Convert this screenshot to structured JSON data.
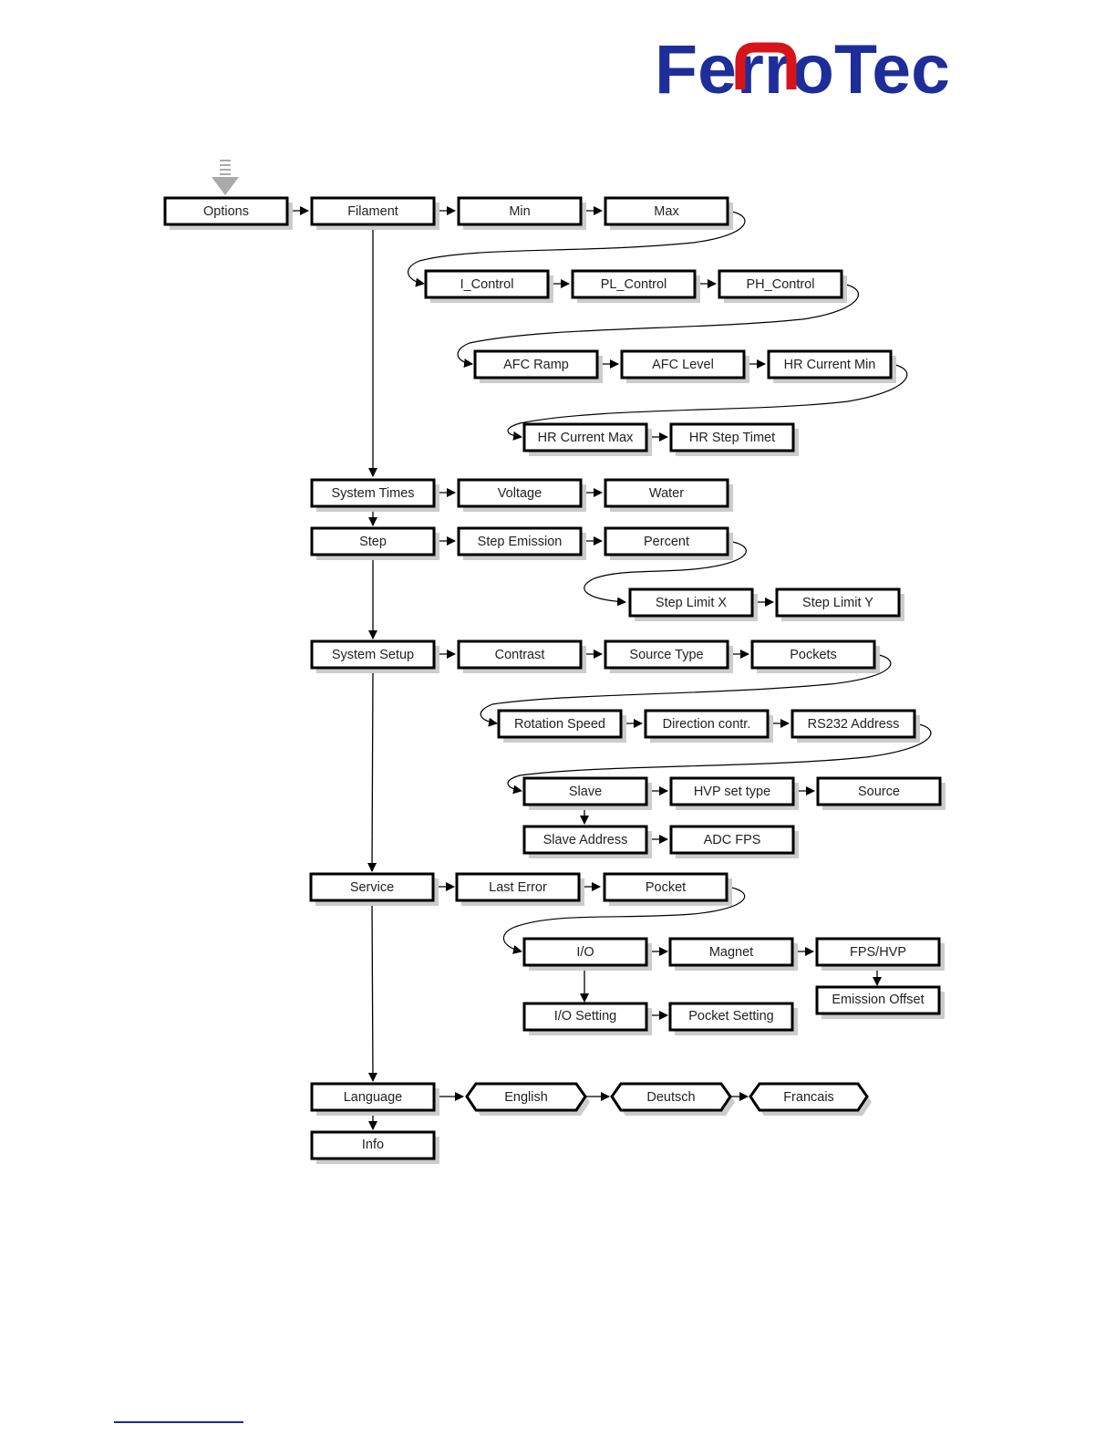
{
  "brand": {
    "logo_text": "FerroTec",
    "colors": {
      "blue": "#1d2d99",
      "red": "#d8141b"
    }
  },
  "diagram": {
    "nodes": [
      {
        "id": "options",
        "label": "Options"
      },
      {
        "id": "filament",
        "label": "Filament"
      },
      {
        "id": "min",
        "label": "Min"
      },
      {
        "id": "max",
        "label": "Max"
      },
      {
        "id": "i-control",
        "label": "I_Control"
      },
      {
        "id": "pl-control",
        "label": "PL_Control"
      },
      {
        "id": "ph-control",
        "label": "PH_Control"
      },
      {
        "id": "afc-ramp",
        "label": "AFC Ramp"
      },
      {
        "id": "afc-level",
        "label": "AFC Level"
      },
      {
        "id": "hr-current-min",
        "label": "HR Current Min"
      },
      {
        "id": "hr-current-max",
        "label": "HR Current Max"
      },
      {
        "id": "hr-step-timet",
        "label": "HR Step Timet"
      },
      {
        "id": "system-times",
        "label": "System Times"
      },
      {
        "id": "voltage",
        "label": "Voltage"
      },
      {
        "id": "water",
        "label": "Water"
      },
      {
        "id": "step",
        "label": "Step"
      },
      {
        "id": "step-emission",
        "label": "Step Emission"
      },
      {
        "id": "percent",
        "label": "Percent"
      },
      {
        "id": "step-limit-x",
        "label": "Step Limit X"
      },
      {
        "id": "step-limit-y",
        "label": "Step Limit Y"
      },
      {
        "id": "system-setup",
        "label": "System Setup"
      },
      {
        "id": "contrast",
        "label": "Contrast"
      },
      {
        "id": "source-type",
        "label": "Source Type"
      },
      {
        "id": "pockets",
        "label": "Pockets"
      },
      {
        "id": "rotation-speed",
        "label": "Rotation Speed"
      },
      {
        "id": "direction-contr",
        "label": "Direction contr."
      },
      {
        "id": "rs232-address",
        "label": "RS232 Address"
      },
      {
        "id": "slave",
        "label": "Slave"
      },
      {
        "id": "hvp-set-type",
        "label": "HVP set type"
      },
      {
        "id": "source",
        "label": "Source"
      },
      {
        "id": "slave-address",
        "label": "Slave Address"
      },
      {
        "id": "adc-fps",
        "label": "ADC FPS"
      },
      {
        "id": "service",
        "label": "Service"
      },
      {
        "id": "last-error",
        "label": "Last Error"
      },
      {
        "id": "pocket",
        "label": "Pocket"
      },
      {
        "id": "io",
        "label": "I/O"
      },
      {
        "id": "magnet",
        "label": "Magnet"
      },
      {
        "id": "fps-hvp",
        "label": "FPS/HVP"
      },
      {
        "id": "emission-offset",
        "label": "Emission Offset"
      },
      {
        "id": "io-setting",
        "label": "I/O Setting"
      },
      {
        "id": "pocket-setting",
        "label": "Pocket Setting"
      },
      {
        "id": "language",
        "label": "Language"
      },
      {
        "id": "english",
        "label": "English"
      },
      {
        "id": "deutsch",
        "label": "Deutsch"
      },
      {
        "id": "francais",
        "label": "Francais"
      },
      {
        "id": "info",
        "label": "Info"
      }
    ]
  }
}
